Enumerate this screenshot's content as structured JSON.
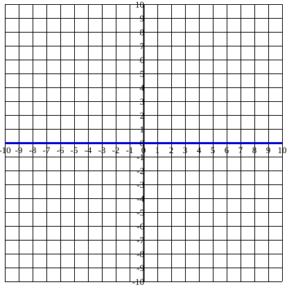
{
  "chart_data": {
    "type": "line",
    "title": "",
    "xlabel": "",
    "ylabel": "",
    "xlim": [
      -10,
      10
    ],
    "ylim": [
      -10,
      10
    ],
    "grid": true,
    "x_ticks": [
      "-10",
      "-9",
      "-8",
      "-7",
      "-6",
      "-5",
      "-4",
      "-3",
      "-2",
      "-1",
      "0",
      "1",
      "2",
      "3",
      "4",
      "5",
      "6",
      "7",
      "8",
      "9",
      "10"
    ],
    "y_ticks": [
      "10",
      "9",
      "8",
      "7",
      "6",
      "5",
      "4",
      "3",
      "2",
      "1",
      "0",
      "-1",
      "-2",
      "-3",
      "-4",
      "-5",
      "-6",
      "-7",
      "-8",
      "-9",
      "-10"
    ],
    "series": [
      {
        "x": [
          -10,
          10
        ],
        "y": [
          0,
          0
        ],
        "color": "#0000cc"
      }
    ],
    "grid_color": "#000000",
    "axis_color": "#000000"
  }
}
